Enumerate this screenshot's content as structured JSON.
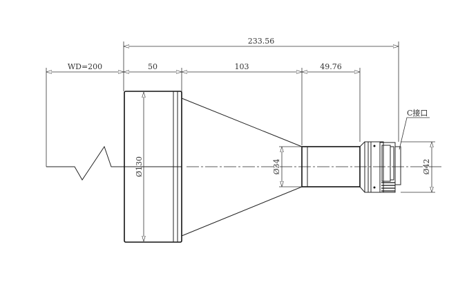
{
  "drawing": {
    "dimensions": {
      "total_length": "233.56",
      "working_distance": "WD=200",
      "front_length": "50",
      "cone_length": "103",
      "rear_length": "49.76",
      "front_diameter": "Ø130",
      "tube_diameter": "Ø34",
      "mount_diameter": "Ø42"
    },
    "callout": "C接口"
  }
}
